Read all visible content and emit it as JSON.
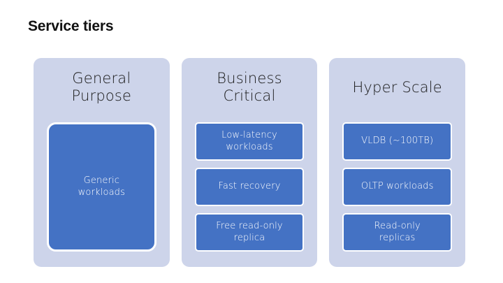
{
  "slide": {
    "title": "Service tiers",
    "background_color": "#FFFFFF",
    "title_color": "#111111"
  },
  "theme": {
    "card_background": "#CDD4EA",
    "chip_background": "#4472C4",
    "chip_border": "#FFFFFF",
    "chip_text_color": "#FFFFFF",
    "heading_text_color": "#1A1A1A"
  },
  "columns": [
    {
      "heading": "General\nPurpose",
      "items": [
        {
          "label": "Generic\nworkloads",
          "style": "big"
        }
      ]
    },
    {
      "heading": "Business\nCritical",
      "items": [
        {
          "label": "Low-latency\nworkloads",
          "style": "chip"
        },
        {
          "label": "Fast recovery",
          "style": "chip"
        },
        {
          "label": "Free read-only\nreplica",
          "style": "chip"
        }
      ]
    },
    {
      "heading": "Hyper Scale",
      "items": [
        {
          "label": "VLDB (~100TB)",
          "style": "chip"
        },
        {
          "label": "OLTP workloads",
          "style": "chip"
        },
        {
          "label": "Read-only\nreplicas",
          "style": "chip"
        }
      ]
    }
  ]
}
